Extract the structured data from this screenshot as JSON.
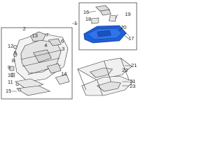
{
  "callouts": {
    "c1": "1",
    "c2": "2",
    "c3": "3",
    "c4": "4",
    "c5": "5",
    "c6": "6",
    "c7": "7",
    "c8": "8",
    "c9": "9",
    "c10": "10",
    "c11": "11",
    "c12": "12",
    "c13": "13",
    "c14": "14",
    "c15": "15",
    "c16": "16",
    "c17": "17",
    "c18": "18",
    "c19": "19",
    "c20": "20",
    "c21a": "21",
    "c21b": "21",
    "c22": "22",
    "c23": "23"
  },
  "colors": {
    "highlight_panel": "#1e5fd6",
    "line": "#333333"
  }
}
